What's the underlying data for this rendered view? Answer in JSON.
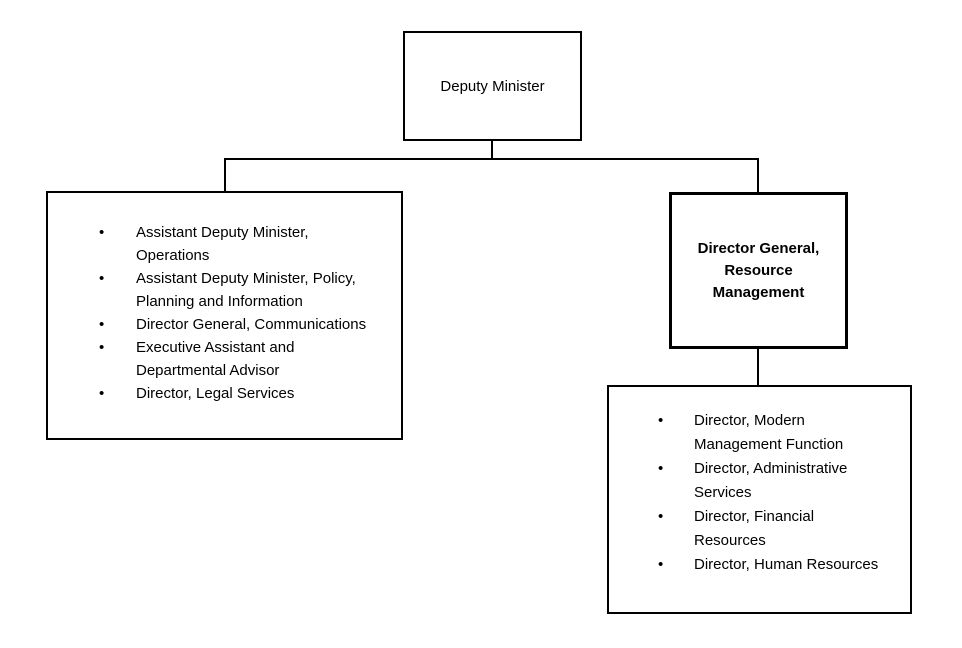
{
  "page": {
    "background_color": "#ffffff",
    "line_color": "#000000",
    "text_color": "#000000"
  },
  "org_chart": {
    "bullet_glyph": "•",
    "root_box": {
      "label": "Deputy Minister"
    },
    "deputy_reports_box": {
      "items": [
        [
          "Assistant Deputy Minister,",
          "Operations"
        ],
        [
          "Assistant Deputy Minister, Policy,",
          "Planning and Information"
        ],
        [
          "Director General, Communications"
        ],
        [
          "Executive Assistant and",
          "Departmental Advisor"
        ],
        [
          "Director, Legal Services"
        ]
      ]
    },
    "dg_resource_box": {
      "label": "Director General, Resource Management",
      "label_lines": [
        "Director General,",
        "Resource",
        "Management"
      ]
    },
    "dg_reports_box": {
      "items": [
        [
          "Director, Modern",
          "Management Function"
        ],
        [
          "Director, Administrative",
          "Services"
        ],
        [
          "Director, Financial",
          "Resources"
        ],
        [
          "Director, Human Resources"
        ]
      ]
    }
  }
}
